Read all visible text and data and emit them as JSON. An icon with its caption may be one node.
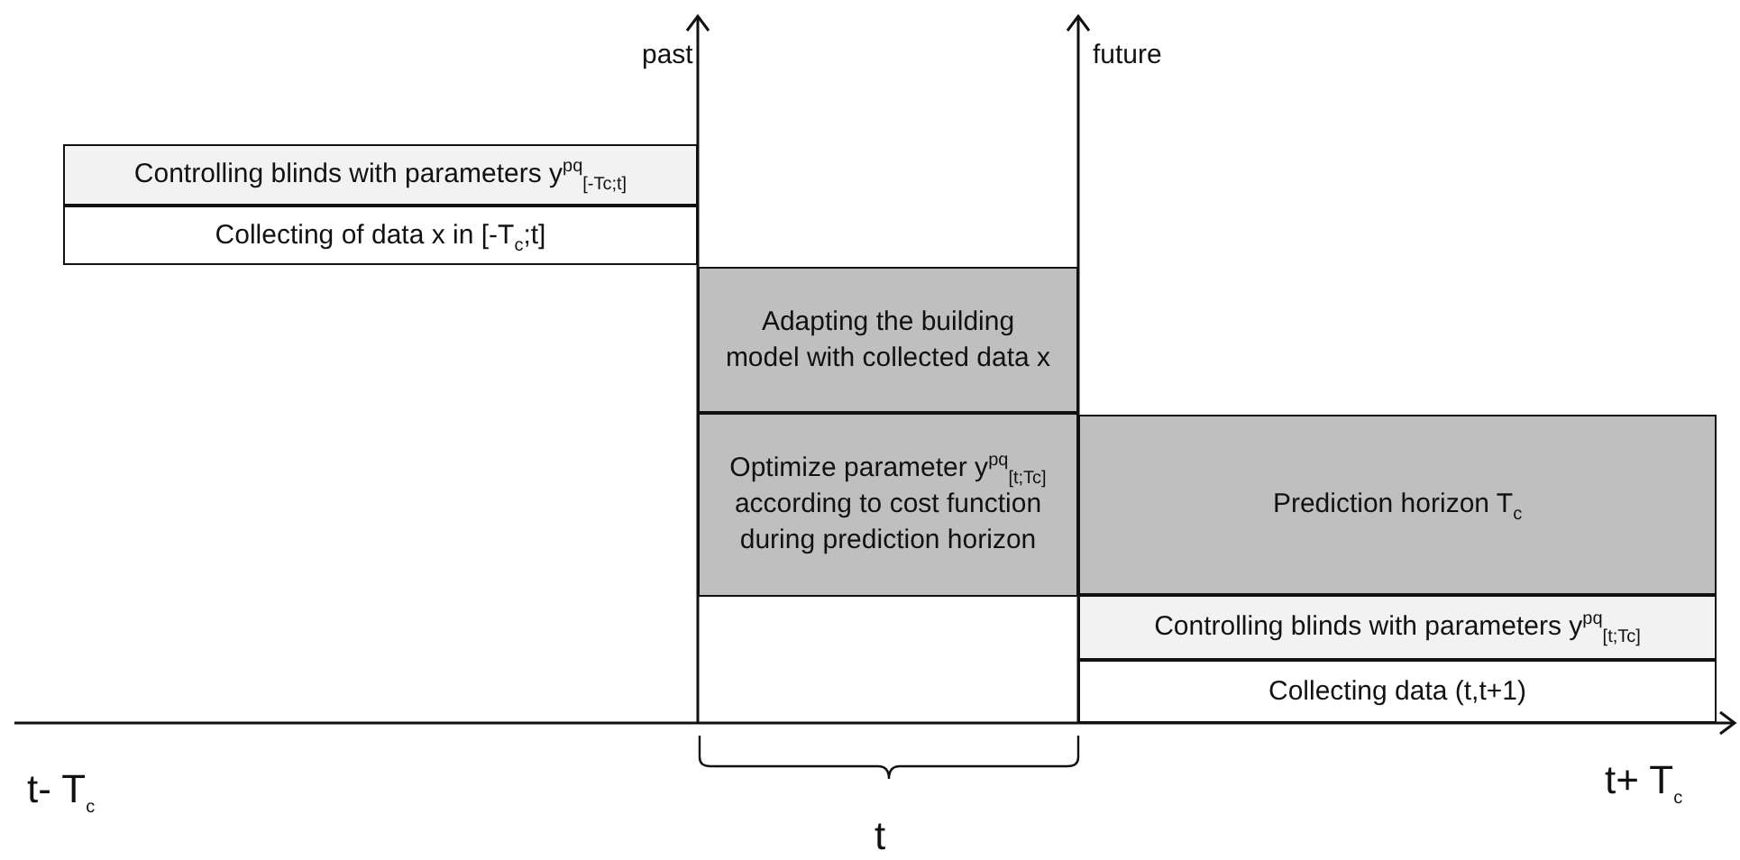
{
  "diagram": {
    "nodes": [
      {
        "text": [
          "Controlling blinds with parameters y$^{pq}$$_{[-Tc;t]}$"
        ]
      },
      {
        "text": [
          "Collecting of data x in [-T$_{c}$;t]"
        ]
      },
      {
        "text": [
          "Adapting the building model with collected data x"
        ]
      },
      {
        "text": [
          "Optimize parameter y$^{pq}$$_{[t;Tc]}$ according to cost function during prediction horizon"
        ]
      },
      {
        "text": [
          "Prediction horizon T$_{c}$"
        ]
      },
      {
        "text": [
          "Controlling blinds with parameters y$^{pq}$$_{[t;Tc]}$"
        ]
      },
      {
        "text": [
          "Collecting data (t,t+1)"
        ]
      }
    ],
    "labels": [
      "past",
      "future",
      "t- T$_{c}$",
      "t",
      "t+ T$_{c}$"
    ]
  }
}
